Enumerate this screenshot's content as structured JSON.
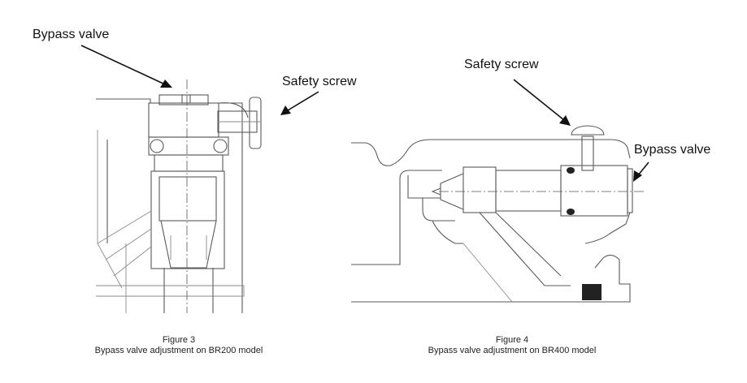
{
  "figure3": {
    "label_bypass": "Bypass valve",
    "label_safety": "Safety screw",
    "caption_number": "Figure 3",
    "caption_text": "Bypass valve adjustment on BR200 model"
  },
  "figure4": {
    "label_safety": "Safety screw",
    "label_bypass": "Bypass valve",
    "caption_number": "Figure 4",
    "caption_text": "Bypass valve adjustment on BR400 model"
  }
}
